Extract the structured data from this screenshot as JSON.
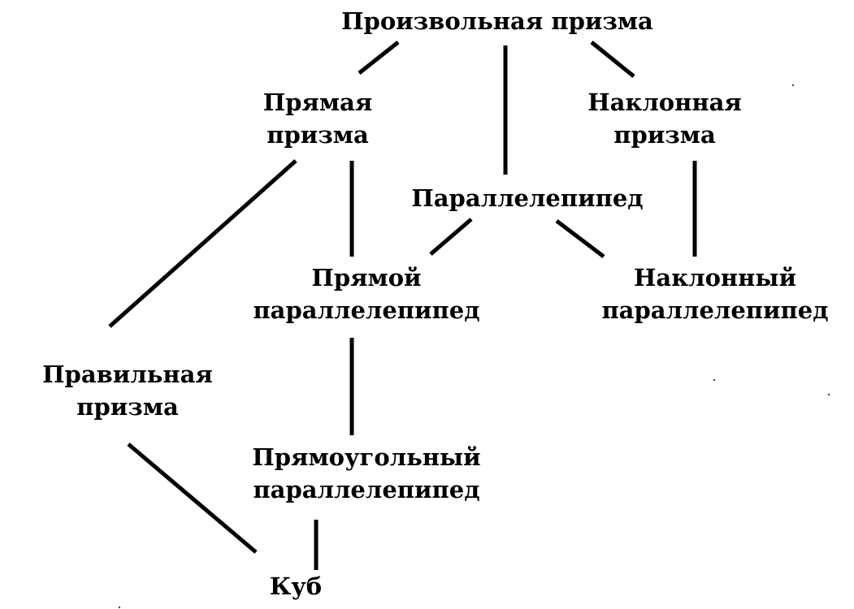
{
  "nodes": {
    "arbitrary_prism": {
      "lines": [
        "Произвольная призма"
      ]
    },
    "right_prism": {
      "lines": [
        "Прямая",
        "призма"
      ]
    },
    "oblique_prism": {
      "lines": [
        "Наклонная",
        "призма"
      ]
    },
    "parallelepiped": {
      "lines": [
        "Параллелепипед"
      ]
    },
    "right_parallelepiped": {
      "lines": [
        "Прямой",
        "параллелепипед"
      ]
    },
    "oblique_parallelepiped": {
      "lines": [
        "Наклонный",
        "параллелепипед"
      ]
    },
    "regular_prism": {
      "lines": [
        "Правильная",
        "призма"
      ]
    },
    "rectangular_parallelepiped": {
      "lines": [
        "Прямоугольный",
        "параллелепипед"
      ]
    },
    "cube": {
      "lines": [
        "Куб"
      ]
    }
  },
  "edges": [
    {
      "from": "arbitrary_prism",
      "to": "right_prism"
    },
    {
      "from": "arbitrary_prism",
      "to": "parallelepiped"
    },
    {
      "from": "arbitrary_prism",
      "to": "oblique_prism"
    },
    {
      "from": "right_prism",
      "to": "regular_prism"
    },
    {
      "from": "right_prism",
      "to": "right_parallelepiped"
    },
    {
      "from": "oblique_prism",
      "to": "oblique_parallelepiped"
    },
    {
      "from": "parallelepiped",
      "to": "right_parallelepiped"
    },
    {
      "from": "parallelepiped",
      "to": "oblique_parallelepiped"
    },
    {
      "from": "right_parallelepiped",
      "to": "rectangular_parallelepiped"
    },
    {
      "from": "regular_prism",
      "to": "cube"
    },
    {
      "from": "rectangular_parallelepiped",
      "to": "cube"
    }
  ],
  "colors": {
    "ink": "#000000",
    "paper": "#ffffff"
  }
}
